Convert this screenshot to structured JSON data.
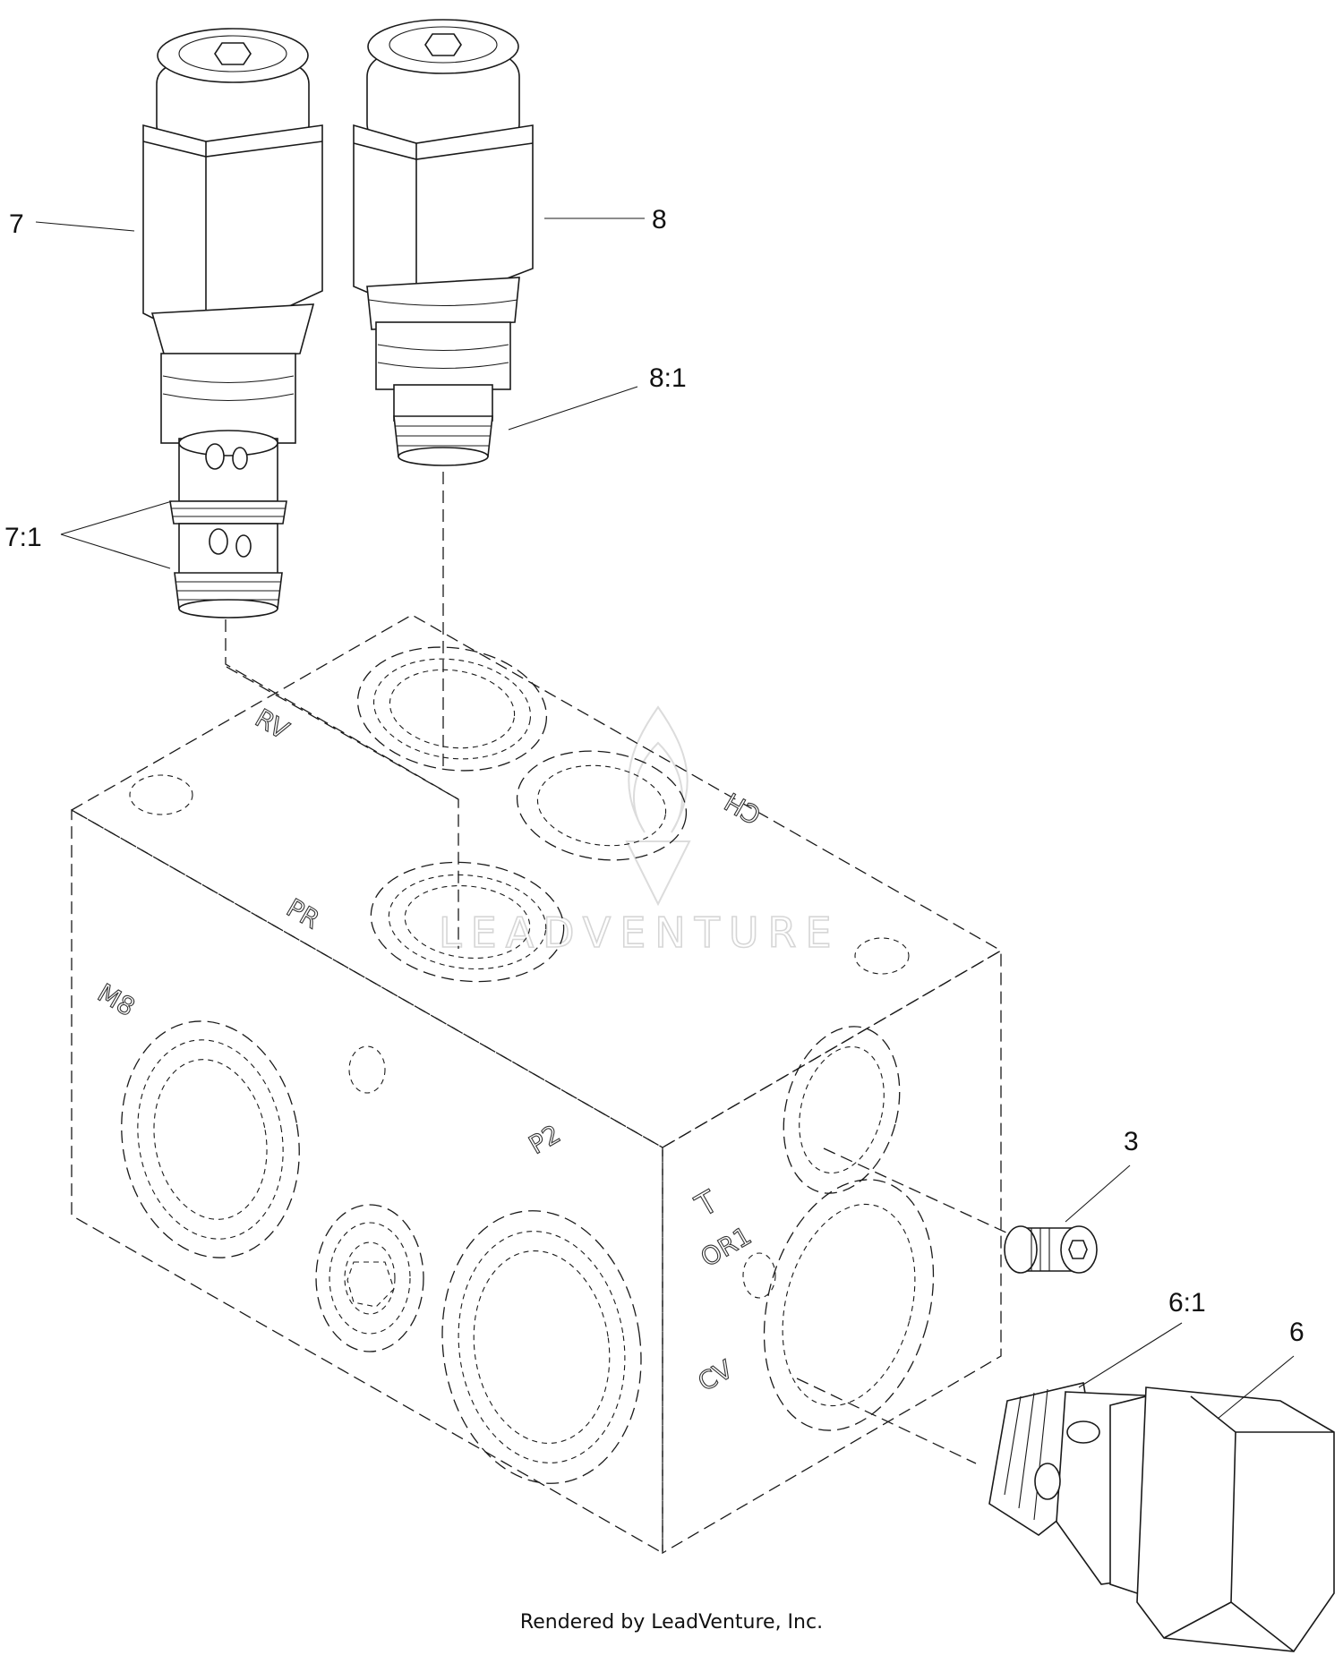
{
  "callouts": {
    "c7": "7",
    "c8": "8",
    "c8_1": "8:1",
    "c7_1": "7:1",
    "c3": "3",
    "c6_1": "6:1",
    "c6": "6"
  },
  "port_labels": {
    "rv": "RV",
    "ch": "CH",
    "pr": "PR",
    "m8": "M8",
    "p2": "P2",
    "t": "T",
    "or1": "OR1",
    "cv": "CV"
  },
  "watermark": "LEADVENTURE",
  "credit": "Rendered by LeadVenture, Inc."
}
